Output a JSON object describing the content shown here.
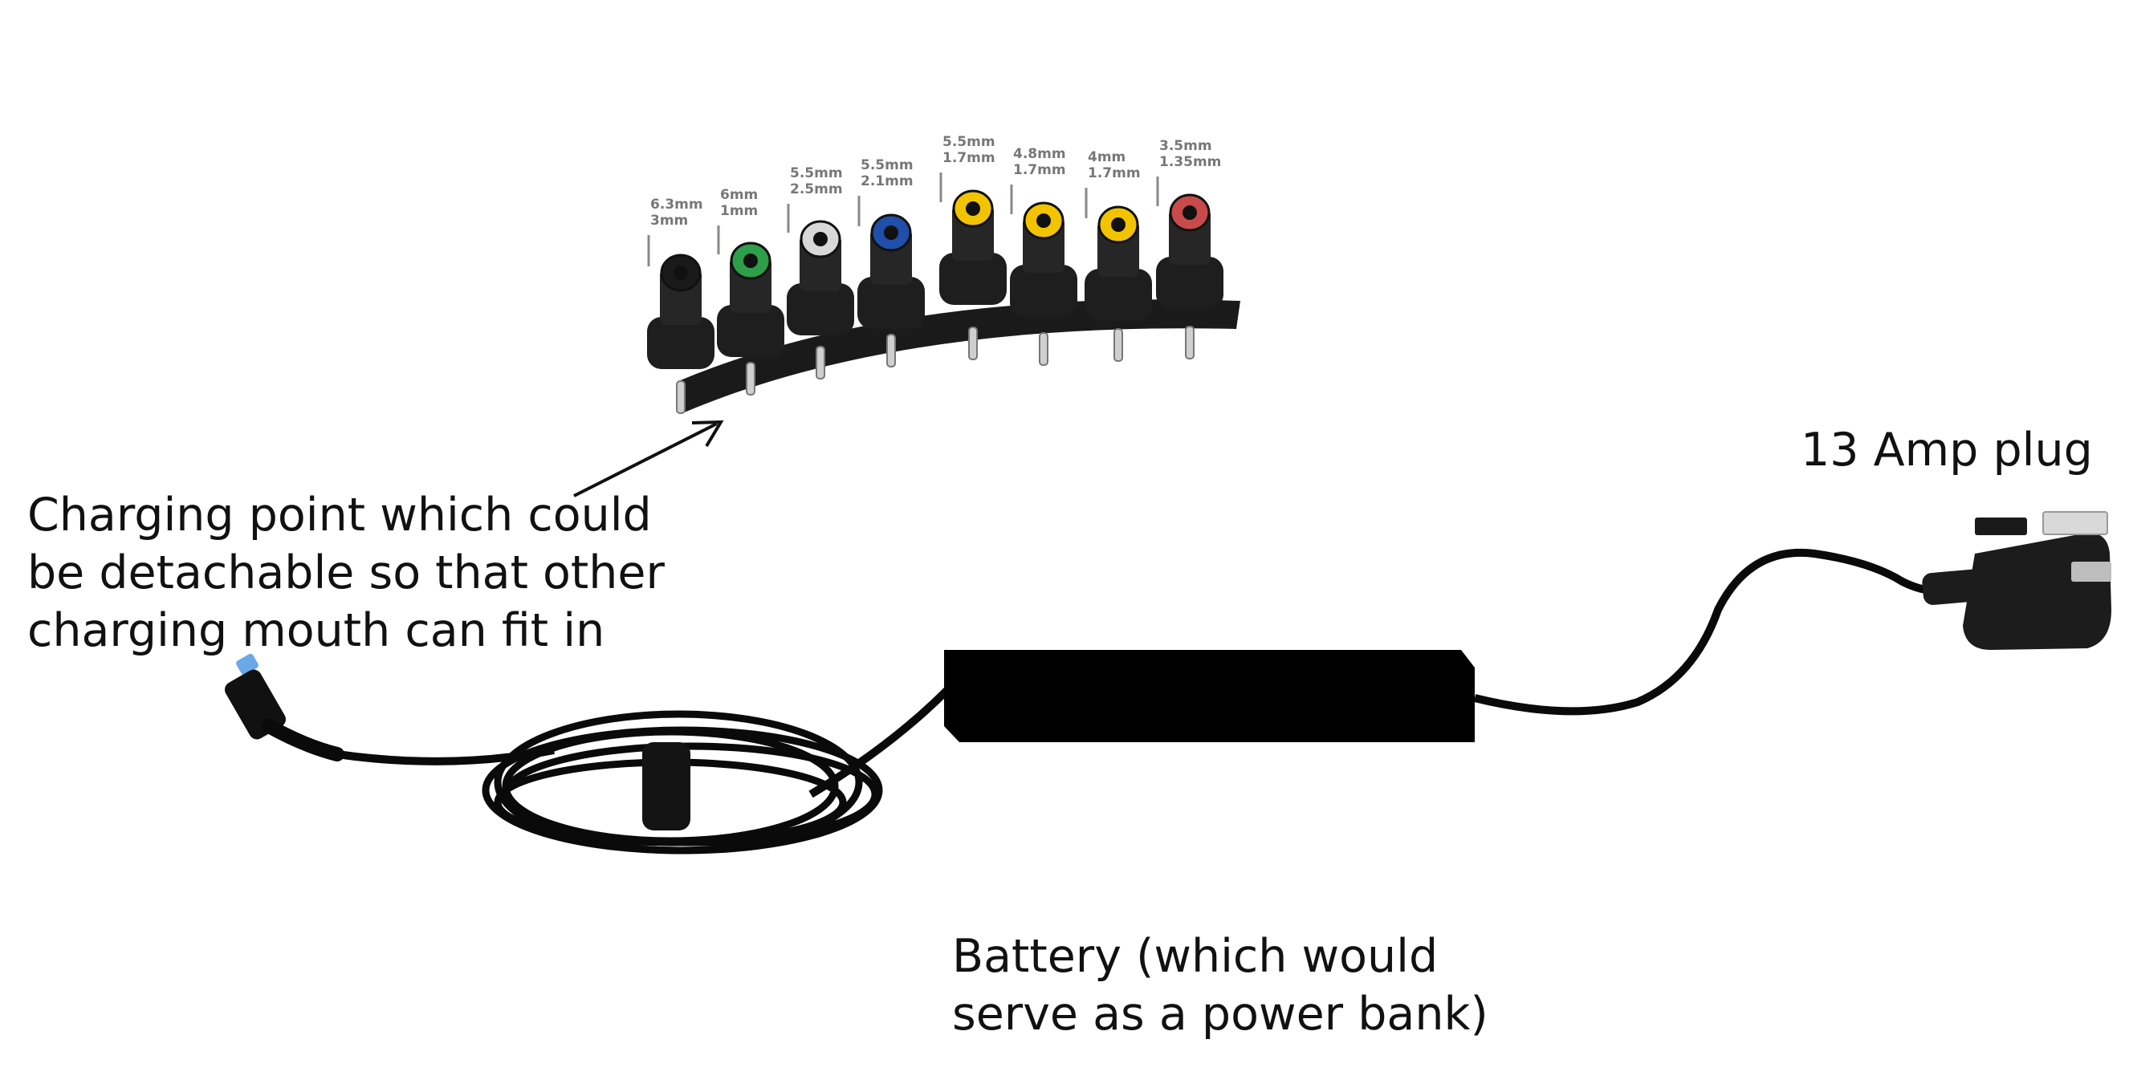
{
  "labels": {
    "charging_point": "Charging point which could\nbe detachable so that other\ncharging mouth can fit in",
    "battery": "Battery (which would\nserve as a power bank)",
    "plug": "13 Amp plug"
  },
  "tips": [
    {
      "line1": "6.3mm",
      "line2": "3mm",
      "color": "#1a1a1a"
    },
    {
      "line1": "6mm",
      "line2": "1mm",
      "color": "#2e9e4a"
    },
    {
      "line1": "5.5mm",
      "line2": "2.5mm",
      "color": "#d8d8d8"
    },
    {
      "line1": "5.5mm",
      "line2": "2.1mm",
      "color": "#1f4fa8"
    },
    {
      "line1": "5.5mm",
      "line2": "1.7mm",
      "color": "#f2c400"
    },
    {
      "line1": "4.8mm",
      "line2": "1.7mm",
      "color": "#f2c400"
    },
    {
      "line1": "4mm",
      "line2": "1.7mm",
      "color": "#f2c400"
    },
    {
      "line1": "3.5mm",
      "line2": "1.35mm",
      "color": "#c94a4a"
    }
  ],
  "colors": {
    "cable": "#0a0a0a",
    "battery": "#000000",
    "plug_body": "#1c1c1c",
    "connector_tip": "#6aa8e8"
  }
}
